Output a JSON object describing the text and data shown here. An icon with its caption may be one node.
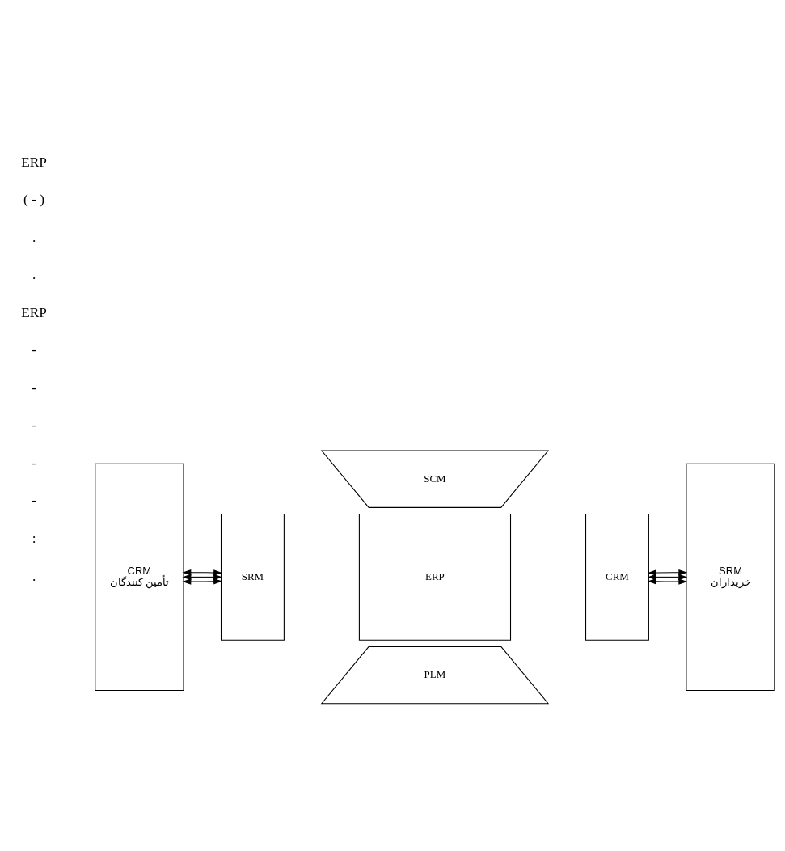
{
  "diagram": {
    "nodes": [
      {
        "text": [
          "CRM",
          "تأمین کنندگان"
        ]
      },
      {
        "text": [
          "SCM"
        ]
      },
      {
        "text": [
          "SRM"
        ]
      },
      {
        "text": [
          "ERP"
        ]
      },
      {
        "text": [
          "CRM"
        ]
      },
      {
        "text": [
          "PLM"
        ]
      },
      {
        "text": [
          "SRM",
          "خریداران"
        ]
      }
    ],
    "edges": [
      {
        "from": 0,
        "to": 2,
        "arrow": "both"
      },
      {
        "from": 0,
        "to": 2,
        "arrow": "both"
      },
      {
        "from": 0,
        "to": 2,
        "arrow": "both"
      },
      {
        "from": 4,
        "to": 6,
        "arrow": "both"
      },
      {
        "from": 4,
        "to": 6,
        "arrow": "both"
      },
      {
        "from": 4,
        "to": 6,
        "arrow": "both"
      }
    ],
    "labels": [
      ":",
      "-",
      "-",
      "-",
      "-",
      "-",
      "ERP",
      ".",
      ".",
      "( - )",
      "ERP",
      "."
    ]
  }
}
